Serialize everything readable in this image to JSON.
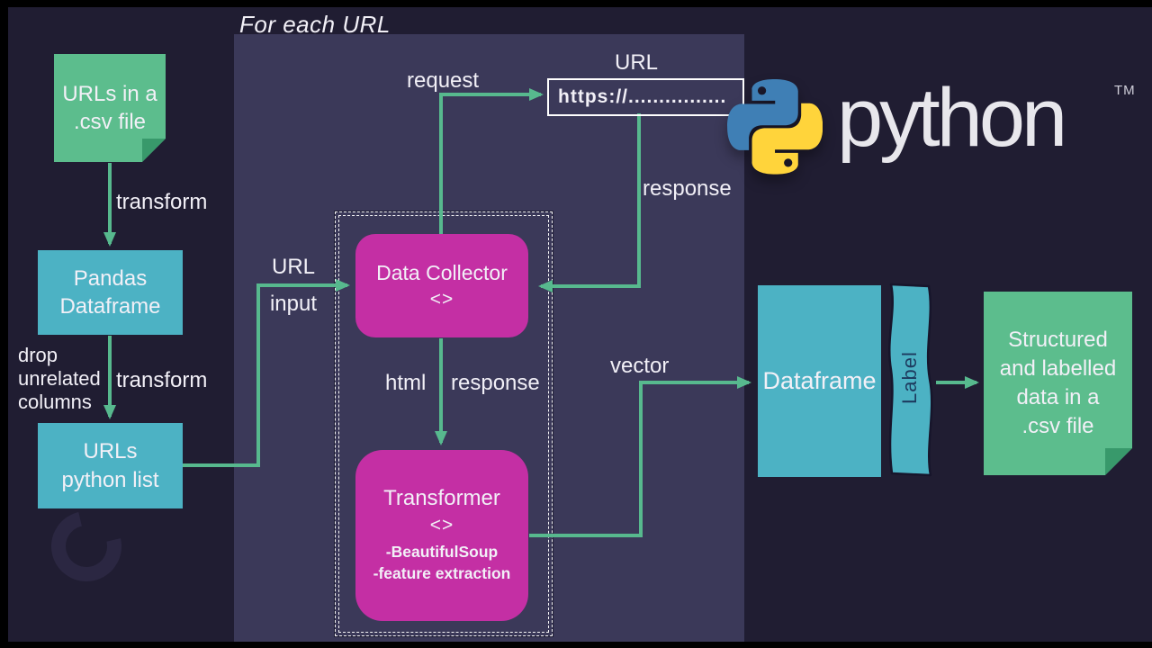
{
  "colors": {
    "background": "#201d32",
    "letterbox": "#000000",
    "panel": "#3b3959",
    "teal": "#4cb2c4",
    "magenta": "#c42fa4",
    "sticky_green": "#5cbd8d",
    "sticky_fold": "#38996b",
    "arrow_green": "#57b98e",
    "text_light": "#f2f0f7",
    "label_text": "#1d3a5e",
    "python_blue": "#3f7fb5",
    "python_yellow": "#ffd43b",
    "wordmark": "#e8e7ec",
    "swirl": "#2c2843"
  },
  "loop_panel": {
    "title": "For each URL"
  },
  "nodes": {
    "csv_note": {
      "lines": [
        "URLs in a",
        ".csv file"
      ]
    },
    "pandas_df": {
      "lines": [
        "Pandas",
        "Dataframe"
      ]
    },
    "url_list": {
      "lines": [
        "URLs",
        "python list"
      ]
    },
    "data_collector": {
      "title": "Data Collector",
      "glyph": "<>"
    },
    "transformer": {
      "title": "Transformer",
      "glyph": "<>",
      "details": [
        "-BeautifulSoup",
        "-feature extraction"
      ]
    },
    "url_box": {
      "label": "URL",
      "value": "https://................"
    },
    "dataframe": {
      "label": "Dataframe"
    },
    "label_band": {
      "label": "Label"
    },
    "output_note": {
      "lines": [
        "Structured",
        "and labelled",
        "data in a",
        ".csv file"
      ]
    }
  },
  "edge_labels": {
    "transform_1": "transform",
    "drop_lines": [
      "drop",
      "unrelated",
      "columns"
    ],
    "transform_2": "transform",
    "url_input": [
      "URL",
      "input"
    ],
    "request": "request",
    "response_right": "response",
    "html": "html",
    "response_down": "response",
    "vector": "vector"
  },
  "branding": {
    "wordmark": "python",
    "trademark": "TM"
  }
}
